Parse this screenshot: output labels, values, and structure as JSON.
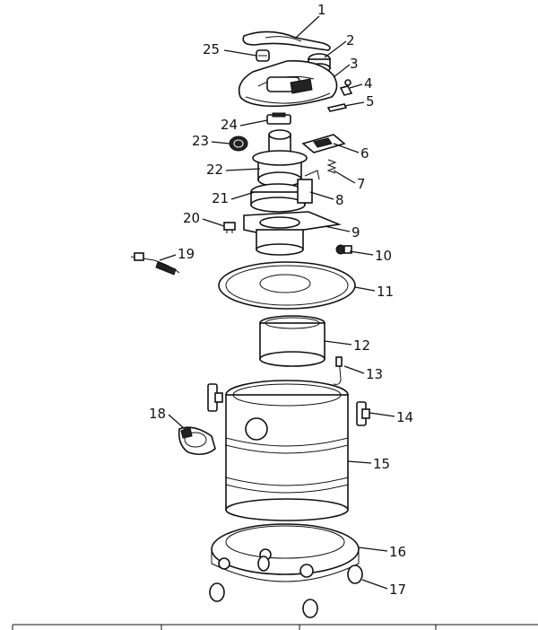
{
  "callouts": [
    "1",
    "2",
    "3",
    "4",
    "5",
    "6",
    "7",
    "8",
    "9",
    "10",
    "11",
    "12",
    "13",
    "14",
    "15",
    "16",
    "17",
    "18",
    "19",
    "20",
    "21",
    "22",
    "23",
    "24",
    "25"
  ],
  "colors": {
    "line": "#111111",
    "fill": "#ffffff",
    "shade": "#222222"
  }
}
